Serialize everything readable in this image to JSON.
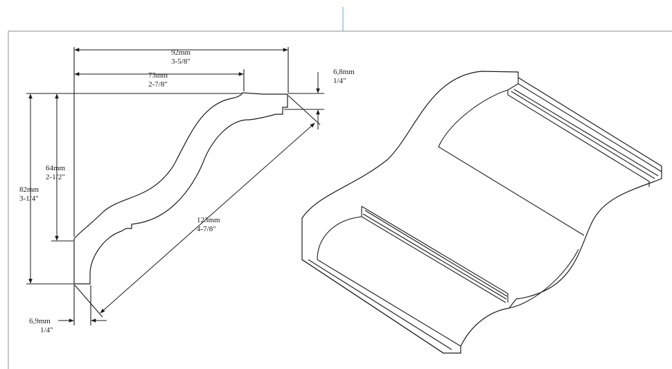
{
  "dimensions": {
    "width_total": {
      "mm": "92mm",
      "inch": "3-5/8\""
    },
    "width_face": {
      "mm": "73mm",
      "inch": "2-7/8\""
    },
    "top_lip": {
      "mm": "6,8mm",
      "inch": "1/4\""
    },
    "height_face": {
      "mm": "64mm",
      "inch": "2-1/2\""
    },
    "height_total": {
      "mm": "82mm",
      "inch": "3-1/4\""
    },
    "diagonal": {
      "mm": "123mm",
      "inch": "4-7/8\""
    },
    "bottom_lip": {
      "mm": "6,9mm",
      "inch": "1/4\""
    }
  },
  "colors": {
    "line": "#1a1a1a",
    "frame": "#8c8c8c",
    "accent": "#7fb0d6"
  }
}
